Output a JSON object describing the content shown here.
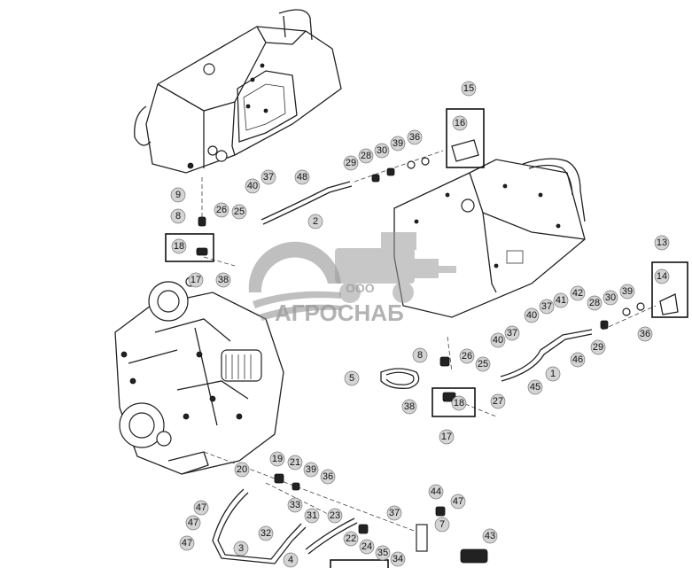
{
  "watermark": {
    "company_prefix": "ООО",
    "company_name": "АГРОСНАБ"
  },
  "callouts": [
    {
      "id": "c15",
      "label": "15"
    },
    {
      "id": "c16",
      "label": "16"
    },
    {
      "id": "c29a",
      "label": "29"
    },
    {
      "id": "c28a",
      "label": "28"
    },
    {
      "id": "c30a",
      "label": "30"
    },
    {
      "id": "c39a",
      "label": "39"
    },
    {
      "id": "c36a",
      "label": "36"
    },
    {
      "id": "c37a",
      "label": "37"
    },
    {
      "id": "c40a",
      "label": "40"
    },
    {
      "id": "c48",
      "label": "48"
    },
    {
      "id": "c2",
      "label": "2"
    },
    {
      "id": "c9",
      "label": "9"
    },
    {
      "id": "c8a",
      "label": "8"
    },
    {
      "id": "c26a",
      "label": "26"
    },
    {
      "id": "c25a",
      "label": "25"
    },
    {
      "id": "c18a",
      "label": "18"
    },
    {
      "id": "c17a",
      "label": "17"
    },
    {
      "id": "c38a",
      "label": "38"
    },
    {
      "id": "c13",
      "label": "13"
    },
    {
      "id": "c14",
      "label": "14"
    },
    {
      "id": "c42",
      "label": "42"
    },
    {
      "id": "c41",
      "label": "41"
    },
    {
      "id": "c37b",
      "label": "37"
    },
    {
      "id": "c40b",
      "label": "40"
    },
    {
      "id": "c28b",
      "label": "28"
    },
    {
      "id": "c30b",
      "label": "30"
    },
    {
      "id": "c39b",
      "label": "39"
    },
    {
      "id": "c36b",
      "label": "36"
    },
    {
      "id": "c29b",
      "label": "29"
    },
    {
      "id": "c46",
      "label": "46"
    },
    {
      "id": "c40c",
      "label": "40"
    },
    {
      "id": "c37c",
      "label": "37"
    },
    {
      "id": "c8b",
      "label": "8"
    },
    {
      "id": "c26b",
      "label": "26"
    },
    {
      "id": "c25b",
      "label": "25"
    },
    {
      "id": "c45",
      "label": "45"
    },
    {
      "id": "c1",
      "label": "1"
    },
    {
      "id": "c5",
      "label": "5"
    },
    {
      "id": "c38b",
      "label": "38"
    },
    {
      "id": "c18b",
      "label": "18"
    },
    {
      "id": "c27",
      "label": "27"
    },
    {
      "id": "c17b",
      "label": "17"
    },
    {
      "id": "c20",
      "label": "20"
    },
    {
      "id": "c19",
      "label": "19"
    },
    {
      "id": "c21",
      "label": "21"
    },
    {
      "id": "c39c",
      "label": "39"
    },
    {
      "id": "c36c",
      "label": "36"
    },
    {
      "id": "c47a",
      "label": "47"
    },
    {
      "id": "c47b",
      "label": "47"
    },
    {
      "id": "c47c",
      "label": "47"
    },
    {
      "id": "c33",
      "label": "33"
    },
    {
      "id": "c31",
      "label": "31"
    },
    {
      "id": "c32",
      "label": "32"
    },
    {
      "id": "c3",
      "label": "3"
    },
    {
      "id": "c23",
      "label": "23"
    },
    {
      "id": "c22",
      "label": "22"
    },
    {
      "id": "c24",
      "label": "24"
    },
    {
      "id": "c4",
      "label": "4"
    },
    {
      "id": "c44",
      "label": "44"
    },
    {
      "id": "c47d",
      "label": "47"
    },
    {
      "id": "c37d",
      "label": "37"
    },
    {
      "id": "c7",
      "label": "7"
    },
    {
      "id": "c43",
      "label": "43"
    },
    {
      "id": "c35",
      "label": "35"
    },
    {
      "id": "c34",
      "label": "34"
    }
  ]
}
